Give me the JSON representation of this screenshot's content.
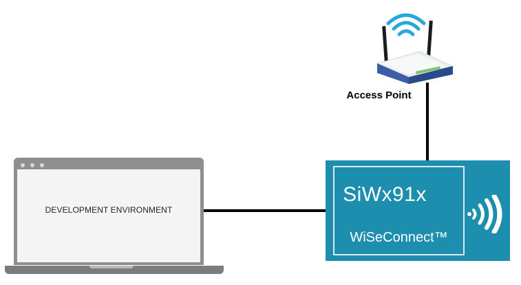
{
  "laptop": {
    "label": "DEVELOPMENT ENVIRONMENT"
  },
  "access_point": {
    "label": "Access Point"
  },
  "module": {
    "name": "SiWx91x",
    "brand": "WiSeConnect™"
  },
  "colors": {
    "module_fill": "#1e8eaf",
    "laptop_frame": "#8e8e8e",
    "router_blue": "#3c5ea8",
    "connector": "#000000"
  },
  "icons": [
    "router-icon",
    "wifi-signal-icon",
    "wireless-waves-icon"
  ]
}
